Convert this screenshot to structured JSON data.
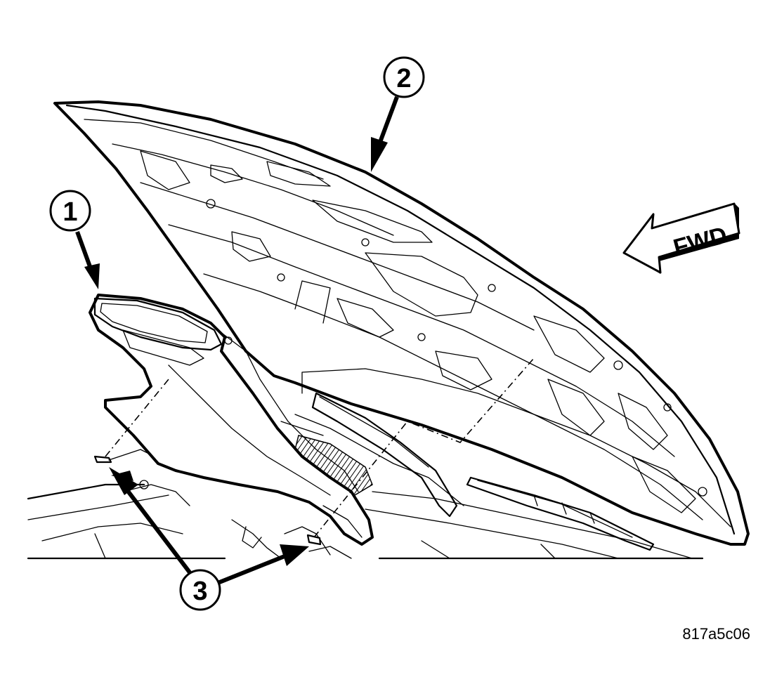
{
  "callouts": [
    {
      "id": "callout-1",
      "label": "1"
    },
    {
      "id": "callout-2",
      "label": "2"
    },
    {
      "id": "callout-3",
      "label": "3"
    }
  ],
  "direction_indicator": {
    "label": "FWD"
  },
  "figure_id": "817a5c06",
  "colors": {
    "line": "#000000",
    "background": "#ffffff"
  }
}
